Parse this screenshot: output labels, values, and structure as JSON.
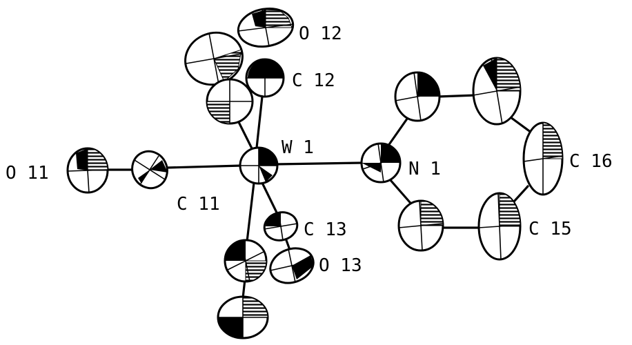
{
  "diagram": {
    "atom_labels": {
      "o12": "O 12",
      "c12": "C 12",
      "w1": "W 1",
      "n1": "N 1",
      "c16": "C 16",
      "o11": "O 11",
      "c11": "C 11",
      "c13": "C 13",
      "c15": "C 15",
      "o13": "O 13"
    }
  }
}
